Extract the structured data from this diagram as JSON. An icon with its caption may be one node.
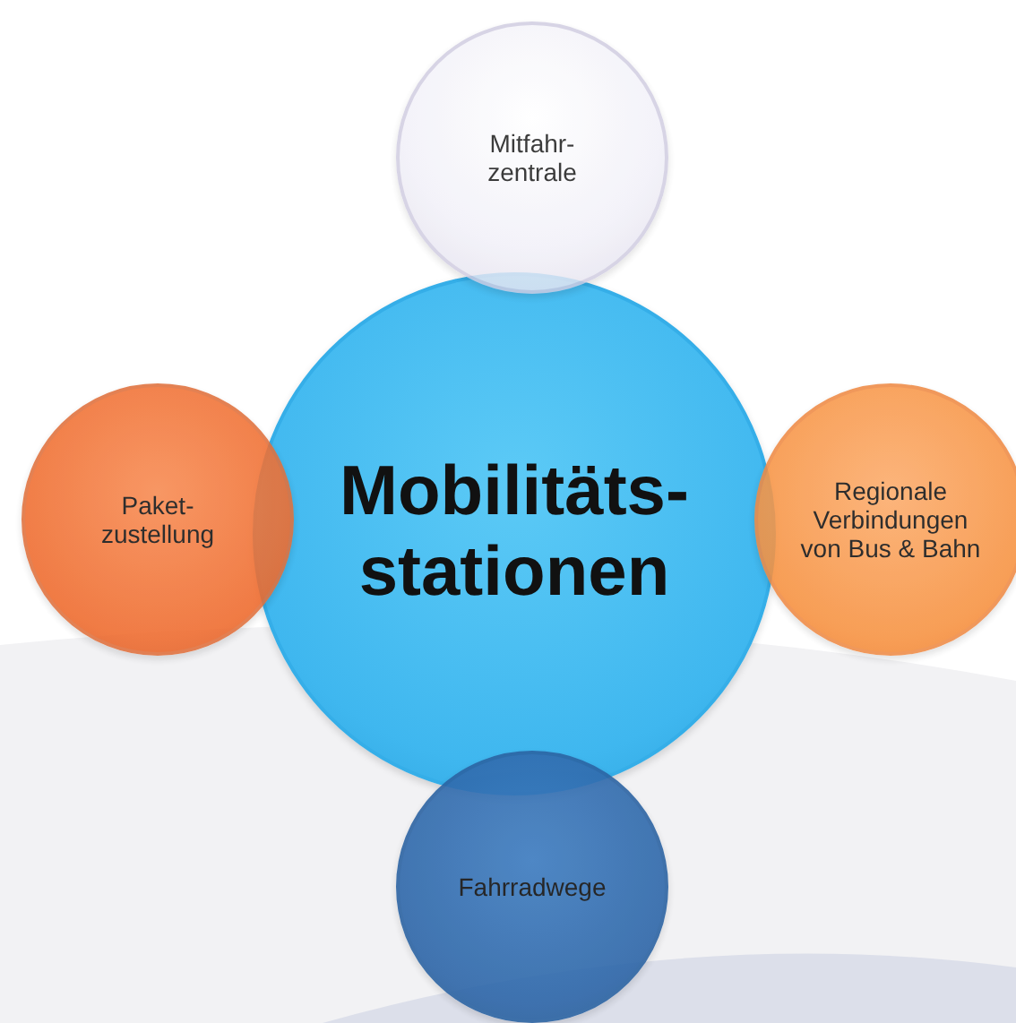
{
  "diagram": {
    "nodes": [
      {
        "text": [
          "Mitfahr- zentrale"
        ]
      },
      {
        "text": [
          "Paket- zustellung"
        ]
      },
      {
        "text": [
          "Mobilitäts- stationen"
        ]
      },
      {
        "text": [
          "Regionale Verbindungen von Bus & Bahn"
        ]
      },
      {
        "text": [
          "Fahrradwege"
        ]
      }
    ]
  }
}
